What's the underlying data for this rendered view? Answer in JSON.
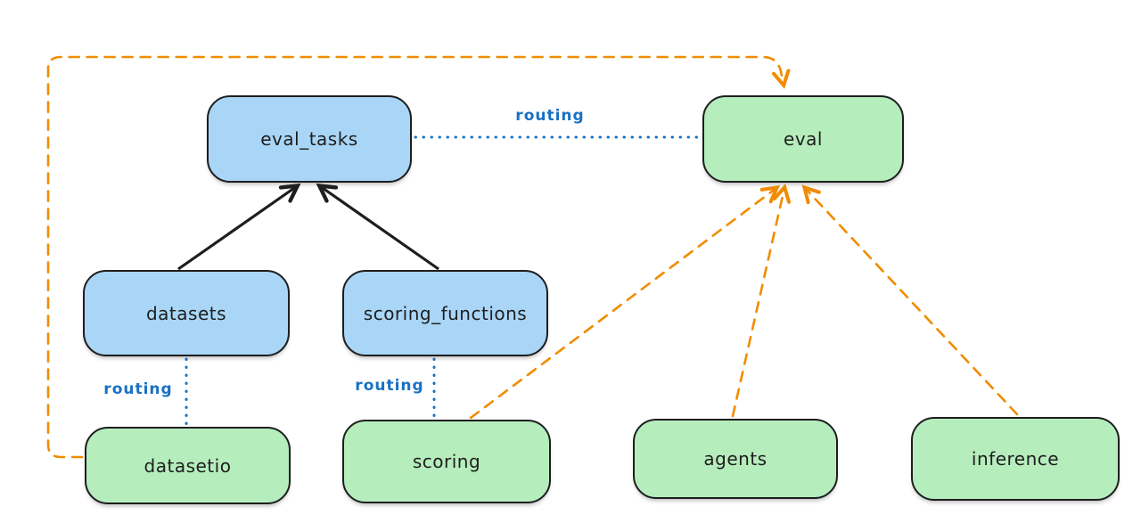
{
  "diagram": {
    "colors": {
      "blue_node_fill": "#a9d6f7",
      "green_node_fill": "#b6edbd",
      "node_stroke": "#1e1e1e",
      "black_arrow": "#1e1e1e",
      "orange_dashed_arrow": "#f08c00",
      "blue_dotted_line": "#1971c2",
      "routing_label_text": "#1971c2",
      "background": "#ffffff"
    },
    "nodes": [
      {
        "id": "eval_tasks",
        "label": "eval_tasks",
        "color": "blue"
      },
      {
        "id": "eval",
        "label": "eval",
        "color": "green"
      },
      {
        "id": "datasets",
        "label": "datasets",
        "color": "blue"
      },
      {
        "id": "scoring_functions",
        "label": "scoring_functions",
        "color": "blue"
      },
      {
        "id": "datasetio",
        "label": "datasetio",
        "color": "green"
      },
      {
        "id": "scoring",
        "label": "scoring",
        "color": "green"
      },
      {
        "id": "agents",
        "label": "agents",
        "color": "green"
      },
      {
        "id": "inference",
        "label": "inference",
        "color": "green"
      }
    ],
    "edges": [
      {
        "from": "datasets",
        "to": "eval_tasks",
        "style": "solid-black-arrow"
      },
      {
        "from": "scoring_functions",
        "to": "eval_tasks",
        "style": "solid-black-arrow"
      },
      {
        "from": "eval_tasks",
        "to": "eval",
        "style": "dotted-blue-line",
        "label": "routing"
      },
      {
        "from": "datasets",
        "to": "datasetio",
        "style": "dotted-blue-line",
        "label": "routing"
      },
      {
        "from": "scoring_functions",
        "to": "scoring",
        "style": "dotted-blue-line",
        "label": "routing"
      },
      {
        "from": "datasetio",
        "to": "eval",
        "style": "dashed-orange-arrow"
      },
      {
        "from": "scoring",
        "to": "eval",
        "style": "dashed-orange-arrow"
      },
      {
        "from": "agents",
        "to": "eval",
        "style": "dashed-orange-arrow"
      },
      {
        "from": "inference",
        "to": "eval",
        "style": "dashed-orange-arrow"
      }
    ],
    "labels": {
      "routing_eval_tasks_eval": "routing",
      "routing_datasets_datasetio": "routing",
      "routing_scoring_functions_scoring": "routing"
    }
  }
}
